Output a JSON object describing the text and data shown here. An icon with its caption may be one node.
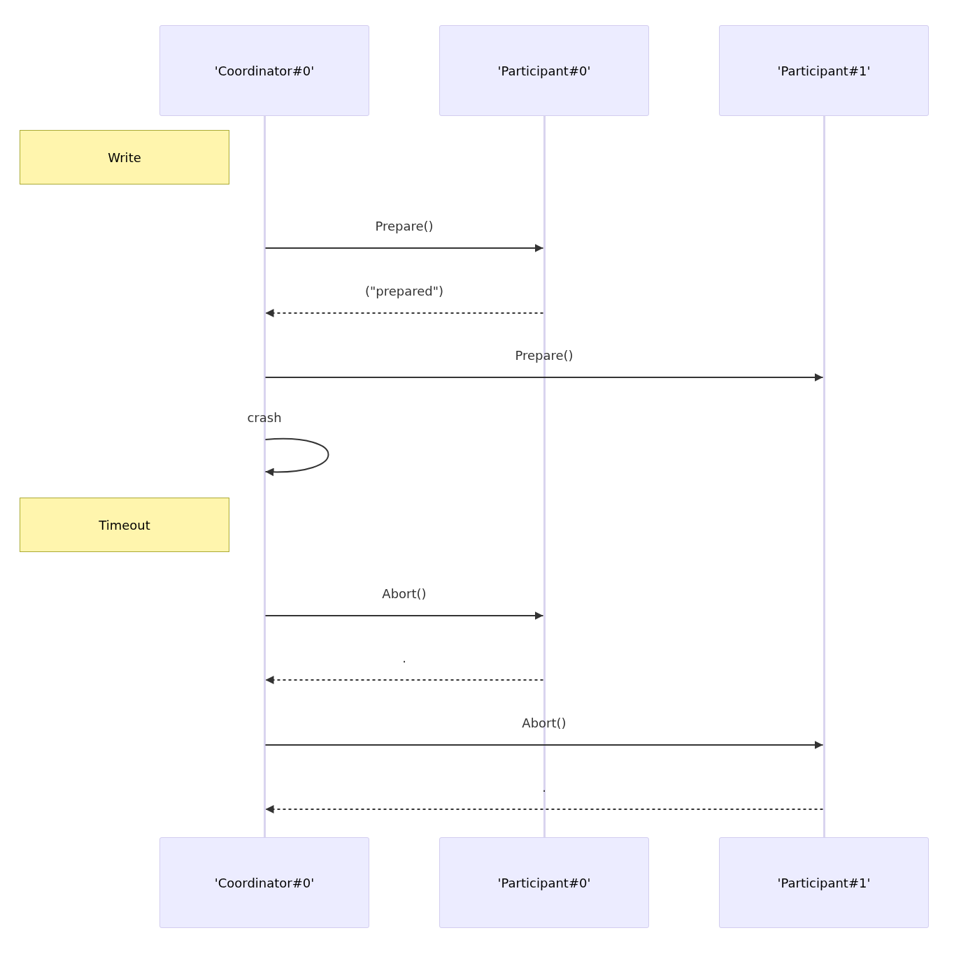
{
  "diagram": {
    "nodes": [
      {
        "text": [
          "'Coordinator#0'"
        ]
      },
      {
        "text": [
          "'Participant#0'"
        ]
      },
      {
        "text": [
          "'Participant#1'"
        ]
      },
      {
        "text": [],
        "shape": "bar"
      },
      {
        "text": [],
        "shape": "bar"
      },
      {
        "text": [],
        "shape": "bar"
      },
      {
        "text": [
          "Write"
        ]
      },
      {
        "text": [
          "Timeout"
        ]
      },
      {
        "text": [
          "'Coordinator#0'"
        ]
      },
      {
        "text": [
          "'Participant#0'"
        ]
      },
      {
        "text": [
          "'Participant#1'"
        ]
      }
    ],
    "edges": [
      {
        "from": 3,
        "to": 4,
        "arrow": "to",
        "label": "Prepare()"
      },
      {
        "from": 4,
        "to": 3,
        "arrow": "to",
        "label": "(\"prepared\")",
        "style": "dashed"
      },
      {
        "from": 3,
        "to": 5,
        "arrow": "to",
        "label": "Prepare()"
      },
      {
        "from": 3,
        "to": 3,
        "arrow": "to",
        "label": "crash"
      },
      {
        "from": 3,
        "to": 4,
        "arrow": "to",
        "label": "Abort()"
      },
      {
        "from": 4,
        "to": 3,
        "arrow": "to",
        "label": ".",
        "style": "dashed"
      },
      {
        "from": 3,
        "to": 5,
        "arrow": "to",
        "label": "Abort()"
      },
      {
        "from": 5,
        "to": 3,
        "arrow": "to",
        "label": ".",
        "style": "dashed"
      }
    ]
  }
}
